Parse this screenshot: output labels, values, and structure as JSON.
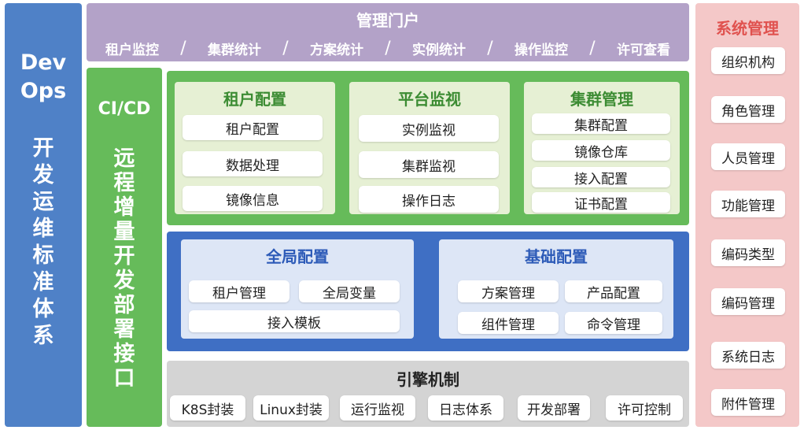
{
  "devops": {
    "title_line1": "Dev",
    "title_line2": "Ops",
    "vertical_chars": [
      "开",
      "发",
      "运",
      "维",
      "标",
      "准",
      "体",
      "系"
    ]
  },
  "portal": {
    "title": "管理门户",
    "tabs": [
      "租户监控",
      "集群统计",
      "方案统计",
      "实例统计",
      "操作监控",
      "许可查看"
    ]
  },
  "cicd": {
    "title": "CI/CD",
    "vertical_chars": [
      "远",
      "程",
      "增",
      "量",
      "开",
      "发",
      "部",
      "署",
      "接",
      "口"
    ]
  },
  "app_layer": {
    "panels": [
      {
        "title": "租户配置",
        "items": [
          "租户配置",
          "数据处理",
          "镜像信息"
        ]
      },
      {
        "title": "平台监视",
        "items": [
          "实例监视",
          "集群监视",
          "操作日志"
        ]
      },
      {
        "title": "集群管理",
        "items": [
          "集群配置",
          "镜像仓库",
          "接入配置",
          "证书配置"
        ]
      }
    ]
  },
  "config_layer": {
    "global": {
      "title": "全局配置",
      "items": [
        "租户管理",
        "全局变量",
        "接入模板"
      ]
    },
    "base": {
      "title": "基础配置",
      "items": [
        "方案管理",
        "产品配置",
        "组件管理",
        "命令管理"
      ]
    }
  },
  "engine": {
    "title": "引擎机制",
    "items": [
      "K8S封装",
      "Linux封装",
      "运行监视",
      "日志体系",
      "开发部署",
      "许可控制"
    ]
  },
  "system": {
    "title": "系统管理",
    "items": [
      "组织机构",
      "角色管理",
      "人员管理",
      "功能管理",
      "编码类型",
      "编码管理",
      "系统日志",
      "附件管理"
    ]
  },
  "colors": {
    "devops_blue": "#4f81c7",
    "portal_purple": "#b3a2c8",
    "green": "#66bb5a",
    "config_blue": "#3f6fc4",
    "engine_gray": "#d4d4d4",
    "system_pink": "#f4c8c8",
    "system_title_red": "#e0524f"
  }
}
